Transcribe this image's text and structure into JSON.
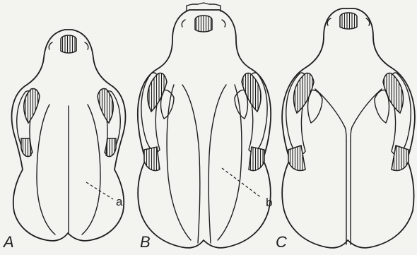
{
  "figure": {
    "panels": [
      {
        "label": "A"
      },
      {
        "label": "B"
      },
      {
        "label": "C"
      }
    ],
    "callouts": [
      {
        "text": "a"
      },
      {
        "text": "b"
      }
    ]
  }
}
